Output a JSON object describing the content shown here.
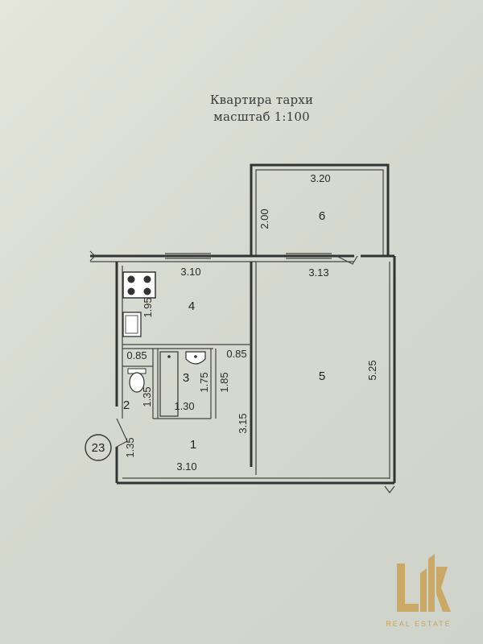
{
  "header": {
    "title": "Квартира тархи",
    "scale": "масштаб 1:100"
  },
  "plan": {
    "apartment_number": "23",
    "rooms": [
      {
        "id": "1",
        "label": "1"
      },
      {
        "id": "2",
        "label": "2"
      },
      {
        "id": "3",
        "label": "3"
      },
      {
        "id": "4",
        "label": "4"
      },
      {
        "id": "5",
        "label": "5"
      },
      {
        "id": "6",
        "label": "6"
      }
    ],
    "dimensions": {
      "balcony_width": "3.20",
      "balcony_depth": "2.00",
      "kitchen_width": "3.10",
      "kitchen_depth": "1.95",
      "room5_width": "3.13",
      "room5_depth": "5.25",
      "wc_width": "0.85",
      "wc_depth": "1.35",
      "bath_width": "1.30",
      "bath_depth": "1.75",
      "bath_side": "0.85",
      "bath_corridor": "1.85",
      "hall_depth": "3.15",
      "hall_width": "3.10",
      "entry_depth": "1.35"
    }
  },
  "branding": {
    "logo_letters": "LK",
    "logo_caption": "REAL ESTATE",
    "logo_color": "#c9a35a"
  }
}
